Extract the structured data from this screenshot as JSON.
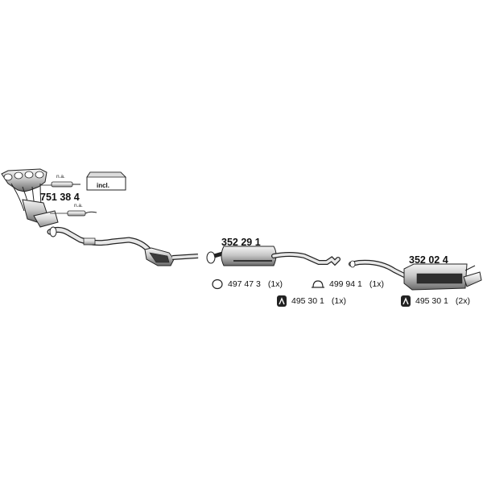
{
  "parts": {
    "manifold_number": "751 38 4",
    "front_silencer_number": "352 29 1",
    "rear_silencer_number": "352 02 4"
  },
  "notes": {
    "sensor_1": "n.a.",
    "sensor_2": "n.a.",
    "kit_label": "incl."
  },
  "accessories": [
    {
      "icon": "ring-icon",
      "number": "497 47 3",
      "qty": "(1x)"
    },
    {
      "icon": "hanger-icon",
      "number": "499 94 1",
      "qty": "(1x)"
    },
    {
      "icon": "rubber-mount-icon",
      "number": "495 30 1",
      "qty": "(1x)"
    },
    {
      "icon": "rubber-mount-icon",
      "number": "495 30 1",
      "qty": "(2x)"
    }
  ]
}
